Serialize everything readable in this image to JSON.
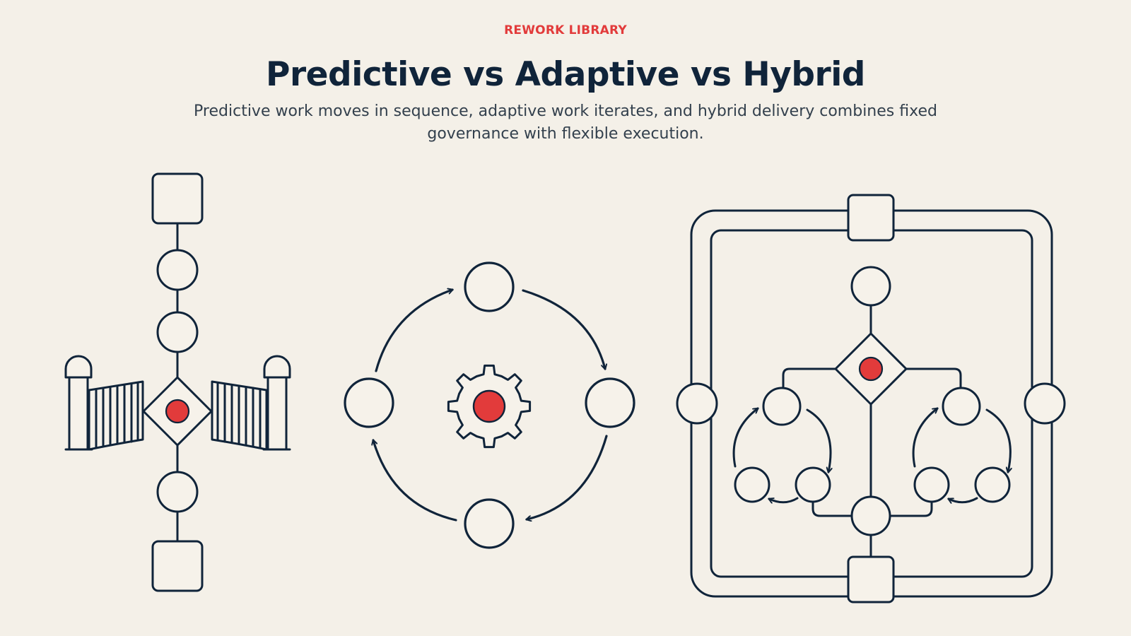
{
  "header": {
    "eyebrow": "REWORK LIBRARY",
    "title": "Predictive vs Adaptive vs Hybrid",
    "subtitle": "Predictive work moves in sequence, adaptive work iterates, and hybrid delivery combines fixed governance with flexible execution."
  },
  "colors": {
    "background": "#f4f0e8",
    "ink": "#10243a",
    "accent": "#e23b3b",
    "node_fill": "#f6f2ea",
    "subtitle": "#33404d"
  },
  "diagrams": {
    "predictive": {
      "icon": "sequential-gate-icon"
    },
    "adaptive": {
      "icon": "iteration-cycle-icon"
    },
    "hybrid": {
      "icon": "framed-hybrid-flow-icon"
    }
  }
}
